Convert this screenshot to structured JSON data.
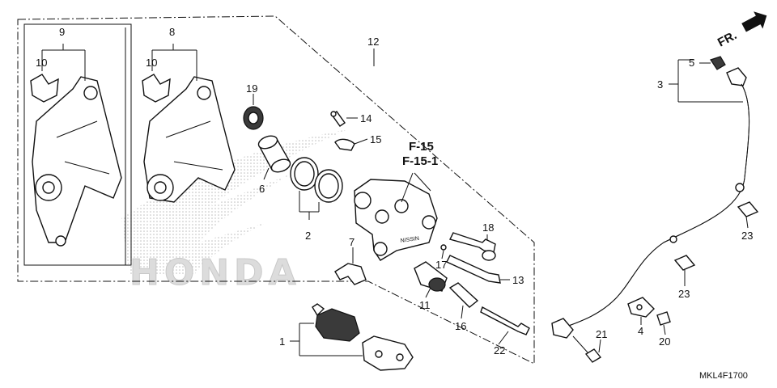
{
  "watermark": "HONDA",
  "direction": {
    "label": "FR."
  },
  "callouts": {
    "c9": "9",
    "c10a": "10",
    "c8": "8",
    "c10b": "10",
    "c19": "19",
    "c6": "6",
    "c2": "2",
    "c14": "14",
    "c15": "15",
    "c12": "12",
    "c7": "7",
    "c18": "18",
    "c17": "17",
    "c13": "13",
    "c11": "11",
    "c16": "16",
    "c1": "1",
    "c22": "22",
    "c5": "5",
    "c3": "3",
    "c23a": "23",
    "c23b": "23",
    "c4": "4",
    "c20": "20",
    "c21": "21"
  },
  "references": {
    "ref1": "F-15",
    "ref2": "F-15-1"
  },
  "diagram_code": "MKL4F1700",
  "colors": {
    "line": "#111111",
    "watermark": "#d9d9d9",
    "part_dark": "#3a3a3a"
  }
}
